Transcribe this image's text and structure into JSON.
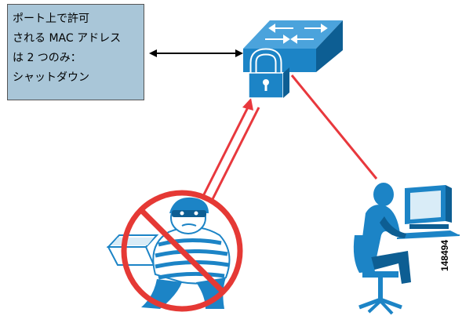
{
  "note": {
    "lines": [
      "ポート上で許可",
      "される MAC アドレス",
      "は 2 つのみ：",
      "シャットダウン"
    ]
  },
  "figure_id": "148494",
  "colors": {
    "note_fill": "#a9c6d8",
    "switch_blue": "#1c84c6",
    "link_red": "#e8383d",
    "prohibited_red": "#e53935",
    "arrow_black": "#000000"
  },
  "icons": {
    "switch": "switch-icon",
    "lock": "padlock-icon",
    "intruder": "intruder-icon",
    "prohibited": "prohibited-icon",
    "user": "user-at-workstation-icon"
  }
}
